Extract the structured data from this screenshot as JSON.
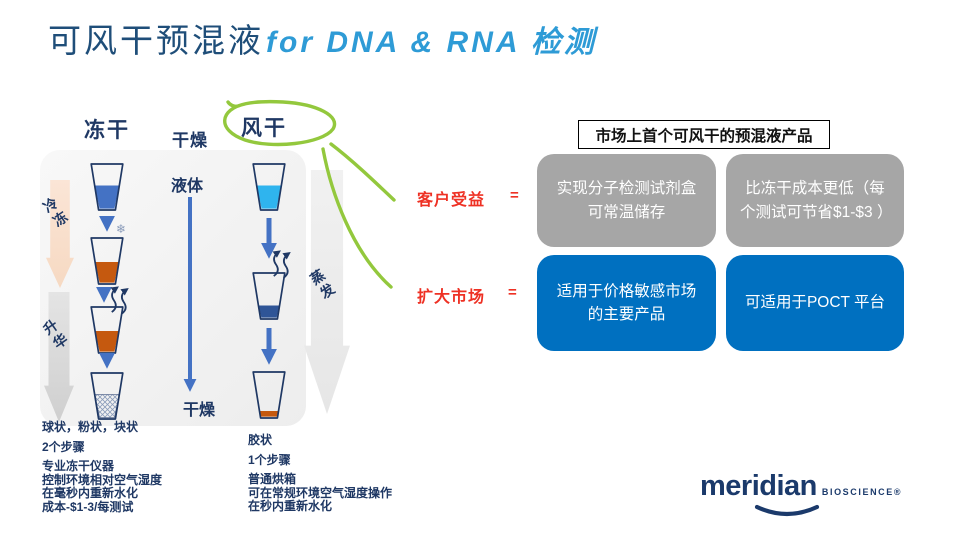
{
  "colors": {
    "navy": "#1f3864",
    "title_dark": "#1f4e79",
    "title_light": "#2e9bd6",
    "red": "#ee3124",
    "green": "#93c83d",
    "card_gray": "#a6a6a6",
    "card_blue": "#0070c0",
    "arrow_blue": "#4472c4",
    "tube_blue": "#4472c4",
    "tube_cyan": "#2fb4ee",
    "tube_orange": "#c5590f",
    "tube_darkblue": "#2f5597",
    "peach": "#fbe5d6",
    "logo": "#1b3a6b"
  },
  "title": {
    "part1": "可风干预混液",
    "part2": "for DNA & RNA 检测"
  },
  "diagram": {
    "columns": {
      "freeze_dry": "冻干",
      "dry": "干燥",
      "air_dry": "风干"
    },
    "labels": {
      "liquid": "液体",
      "dry_bottom": "干燥",
      "freezing": "冷冻",
      "sublimation": "升华",
      "evaporation": "蒸发"
    },
    "icons": {
      "snowflake": "❄"
    },
    "notes_freeze_dry": [
      "球状，粉状，块状",
      "2个步骤",
      "专业冻干仪器",
      "控制环境相对空气湿度",
      "在毫秒内重新水化",
      "成本-$1-3/每测试"
    ],
    "notes_air_dry": [
      "胶状",
      "1个步骤",
      "普通烘箱",
      "可在常规环境空气湿度操作",
      "在秒内重新水化"
    ]
  },
  "benefits": {
    "row1_label": "客户受益",
    "row2_label": "扩大市场",
    "equals": "=",
    "header": "市场上首个可风干的预混液产品",
    "cards": [
      {
        "style": "gray",
        "text": "实现分子检测试剂盒可常温储存"
      },
      {
        "style": "gray",
        "text": "比冻干成本更低（每个测试可节省$1-$3 ）"
      },
      {
        "style": "blue",
        "text": "适用于价格敏感市场的主要产品"
      },
      {
        "style": "blue",
        "text": "可适用于POCT 平台"
      }
    ]
  },
  "logo": {
    "brand": "meridian",
    "sub": "BIOSCIENCE®"
  }
}
